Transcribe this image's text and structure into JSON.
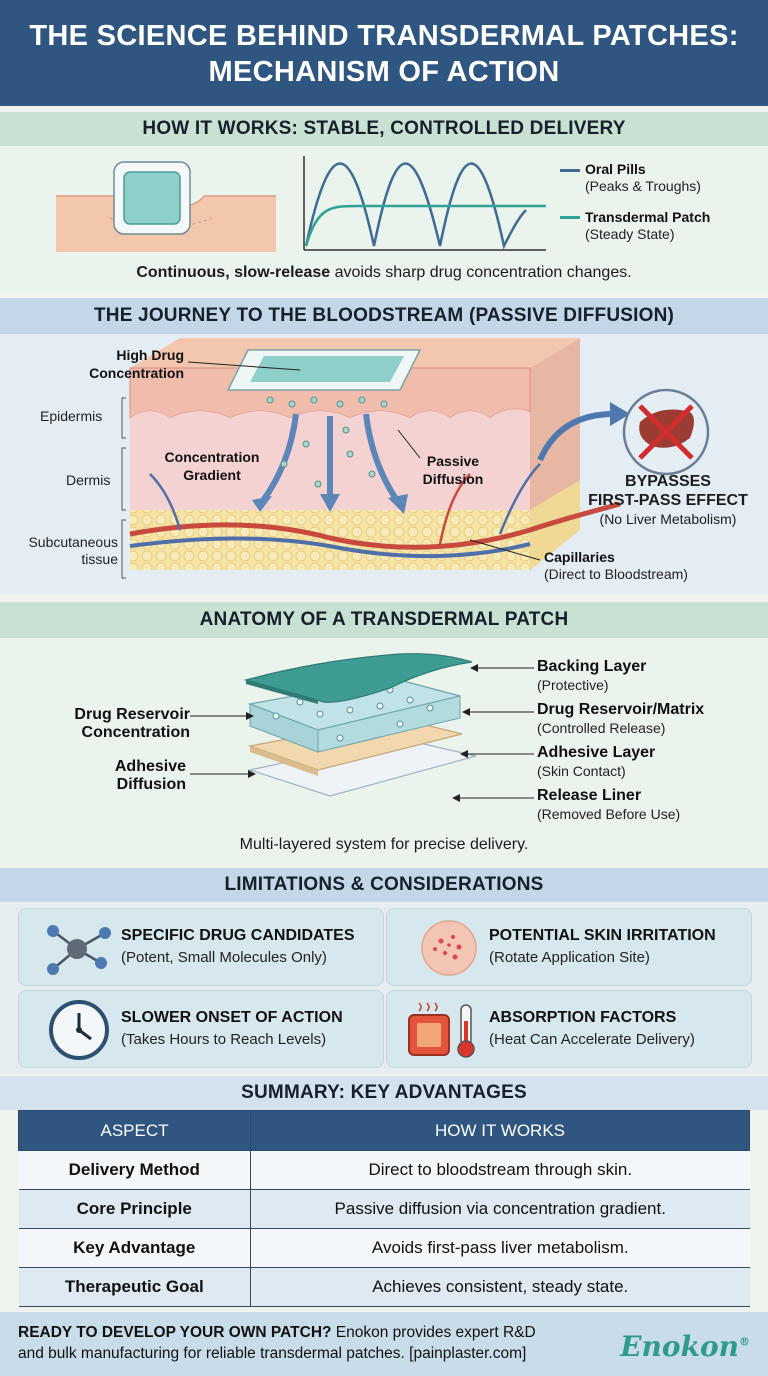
{
  "title": {
    "line1": "THE SCIENCE BEHIND TRANSDERMAL PATCHES:",
    "line2": "MECHANISM OF ACTION"
  },
  "how_it_works": {
    "heading": "HOW IT WORKS: STABLE, CONTROLLED DELIVERY",
    "legend": [
      {
        "name": "Oral Pills",
        "note": "(Peaks & Troughs)",
        "color": "#3e6b93"
      },
      {
        "name": "Transdermal Patch",
        "note": "(Steady State)",
        "color": "#2fa395"
      }
    ],
    "caption_bold": "Continuous, slow-release",
    "caption_rest": " avoids sharp drug concentration changes."
  },
  "journey": {
    "heading": "THE JOURNEY TO THE BLOODSTREAM (PASSIVE DIFFUSION)",
    "layers": {
      "epidermis": "Epidermis",
      "dermis": "Dermis",
      "subcutaneous_1": "Subcutaneous",
      "subcutaneous_2": "tissue"
    },
    "labels": {
      "high_drug_1": "High Drug",
      "high_drug_2": "Concentration",
      "gradient_1": "Concentration",
      "gradient_2": "Gradient",
      "passive_1": "Passive",
      "passive_2": "Diffusion",
      "capillaries": "Capillaries",
      "capillaries_note": "(Direct to Bloodstream)"
    },
    "bypass": {
      "line1": "BYPASSES",
      "line2": "FIRST-PASS EFFECT",
      "note": "(No Liver Metabolism)"
    }
  },
  "anatomy": {
    "heading": "ANATOMY OF A TRANSDERMAL PATCH",
    "left_labels": [
      {
        "line1": "Drug Reservoir",
        "line2": "Concentration"
      },
      {
        "line1": "Adhesive",
        "line2": "Diffusion"
      }
    ],
    "layers": [
      {
        "name": "Backing Layer",
        "note": "(Protective)"
      },
      {
        "name": "Drug Reservoir/Matrix",
        "note": "(Controlled Release)"
      },
      {
        "name": "Adhesive Layer",
        "note": "(Skin Contact)"
      },
      {
        "name": "Release Liner",
        "note": "(Removed Before Use)"
      }
    ],
    "caption": "Multi-layered system for precise delivery."
  },
  "limitations": {
    "heading": "LIMITATIONS & CONSIDERATIONS",
    "items": [
      {
        "title": "SPECIFIC DRUG CANDIDATES",
        "sub": "(Potent, Small Molecules Only)",
        "icon": "molecule-icon"
      },
      {
        "title": "POTENTIAL SKIN IRRITATION",
        "sub": "(Rotate Application Site)",
        "icon": "skin-irritation-icon"
      },
      {
        "title": "SLOWER ONSET OF ACTION",
        "sub": "(Takes Hours to Reach Levels)",
        "icon": "clock-icon"
      },
      {
        "title": "ABSORPTION FACTORS",
        "sub": "(Heat Can Accelerate Delivery)",
        "icon": "thermometer-icon"
      }
    ]
  },
  "summary": {
    "heading": "SUMMARY: KEY ADVANTAGES",
    "columns": [
      "ASPECT",
      "HOW IT WORKS"
    ],
    "rows": [
      [
        "Delivery Method",
        "Direct to bloodstream through skin."
      ],
      [
        "Core Principle",
        "Passive diffusion via concentration gradient."
      ],
      [
        "Key Advantage",
        "Avoids first-pass liver metabolism."
      ],
      [
        "Therapeutic Goal",
        "Achieves consistent, steady state."
      ]
    ]
  },
  "footer": {
    "cta_bold": "READY TO DEVELOP YOUR OWN PATCH?",
    "cta_rest": " Enokon provides expert R&D",
    "line2": "and bulk manufacturing for reliable transdermal patches. [painplaster.com]",
    "brand": "Enokon",
    "brand_mark": "®"
  }
}
